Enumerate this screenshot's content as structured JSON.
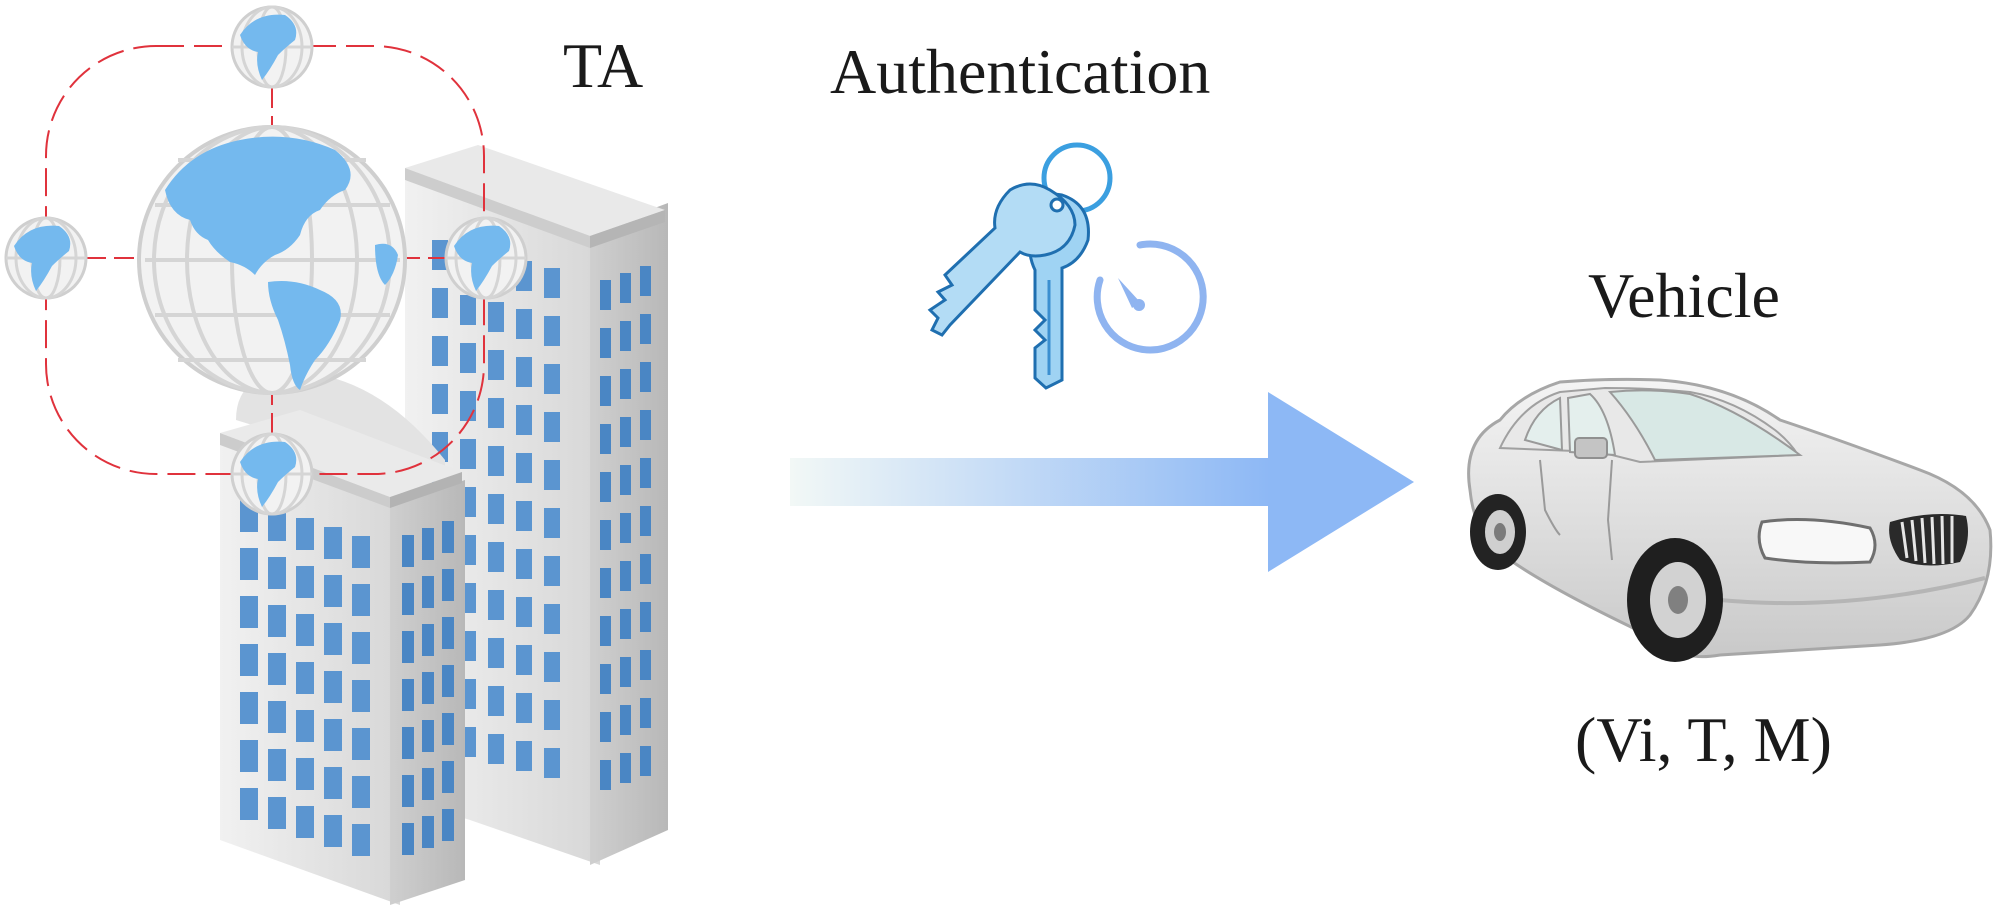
{
  "labels": {
    "authority": "TA",
    "process": "Authentication",
    "vehicle": "Vehicle",
    "vehicle_params": "(Vi, T, M)"
  },
  "colors": {
    "arrow_start": "#f2f8f6",
    "arrow_end": "#8db8f5",
    "globe_land": "#74b9ee",
    "network_link": "#e0323c",
    "key_blue": "#9fd3f3",
    "timer_blue": "#8fb4f0",
    "building_window": "#5b95d0"
  },
  "icons": {
    "network": "globe-network-icon",
    "buildings": "office-buildings-icon",
    "keys": "keys-icon",
    "timer": "timer-icon",
    "arrow": "right-arrow-icon",
    "vehicle": "car-icon"
  }
}
